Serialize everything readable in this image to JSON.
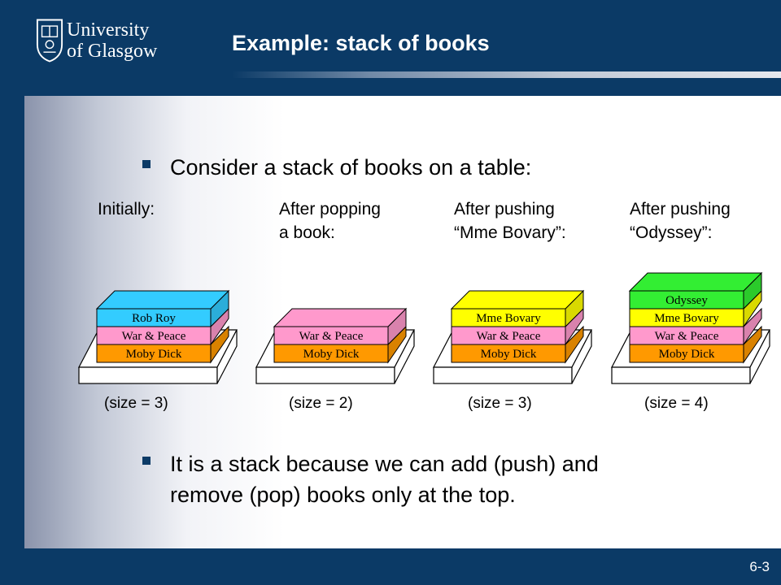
{
  "header": {
    "logo_line1": "University",
    "logo_line2": "of Glasgow",
    "title": "Example: stack of books"
  },
  "bullets": [
    "Consider a stack of books on a table:",
    "It is a stack because we can add (push) and",
    "remove (pop) books only at the top."
  ],
  "stacks": [
    {
      "caption": "Initially:",
      "books": [
        {
          "label": "Moby Dick",
          "color": "#ff9900"
        },
        {
          "label": "War & Peace",
          "color": "#ff99cc"
        },
        {
          "label": "Rob Roy",
          "color": "#33ccff"
        }
      ],
      "size_text": "(size = 3)"
    },
    {
      "caption": "After popping\na book:",
      "books": [
        {
          "label": "Moby Dick",
          "color": "#ff9900"
        },
        {
          "label": "War & Peace",
          "color": "#ff99cc"
        }
      ],
      "size_text": "(size = 2)"
    },
    {
      "caption": "After pushing\n“Mme Bovary”:",
      "books": [
        {
          "label": "Moby Dick",
          "color": "#ff9900"
        },
        {
          "label": "War & Peace",
          "color": "#ff99cc"
        },
        {
          "label": "Mme Bovary",
          "color": "#ffff00"
        }
      ],
      "size_text": "(size = 3)"
    },
    {
      "caption": "After pushing\n“Odyssey”:",
      "books": [
        {
          "label": "Moby Dick",
          "color": "#ff9900"
        },
        {
          "label": "War & Peace",
          "color": "#ff99cc"
        },
        {
          "label": "Mme Bovary",
          "color": "#ffff00"
        },
        {
          "label": "Odyssey",
          "color": "#33ee33"
        }
      ],
      "size_text": "(size = 4)"
    }
  ],
  "page_number": "6-3"
}
